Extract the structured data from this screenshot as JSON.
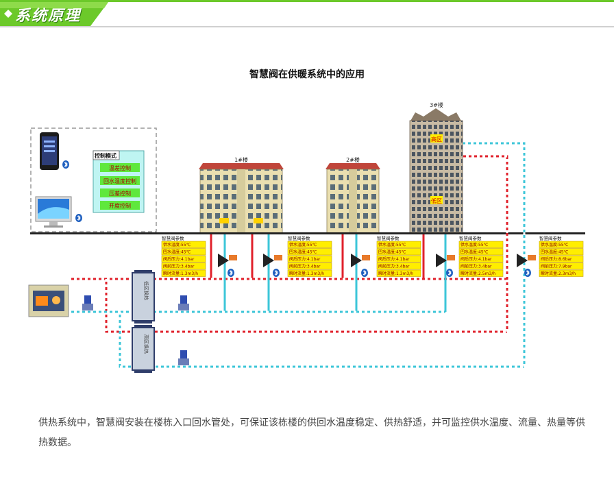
{
  "header": {
    "title": "系统原理"
  },
  "diagram": {
    "title": "智慧阀在供暖系统中的应用",
    "buildings": [
      {
        "label": "1#楼"
      },
      {
        "label": "2#楼"
      },
      {
        "label": "3#楼",
        "zones": [
          "高区",
          "低区"
        ]
      }
    ],
    "control_panel": {
      "title": "控制模式",
      "modes": [
        "温差控制",
        "回水温度控制",
        "压差控制",
        "开度控制"
      ]
    },
    "exchangers": [
      "低区换热",
      "高区换热"
    ],
    "valve_panels": [
      {
        "title": "智慧阀参数",
        "rows": [
          "供水温度:55℃",
          "回水温度:45℃",
          "阀后压力:4.1bar",
          "阀前压力:3.4bar",
          "瞬时流量:1.3m3/h"
        ]
      },
      {
        "title": "智慧阀参数",
        "rows": [
          "供水温度:55℃",
          "回水温度:45℃",
          "阀后压力:4.1bar",
          "阀前压力:3.4bar",
          "瞬时流量:1.3m3/h"
        ]
      },
      {
        "title": "智慧阀参数",
        "rows": [
          "供水温度:55℃",
          "回水温度:45℃",
          "阀后压力:4.1bar",
          "阀前压力:3.4bar",
          "瞬时流量:1.3m3/h"
        ]
      },
      {
        "title": "智慧阀参数",
        "rows": [
          "供水温度:55℃",
          "回水温度:45℃",
          "阀后压力:4.1bar",
          "阀前压力:3.4bar",
          "瞬时流量:2.5m3/h"
        ]
      },
      {
        "title": "智慧阀参数",
        "rows": [
          "供水温度:55℃",
          "回水温度:45℃",
          "阀后压力:8.6bar",
          "阀前压力:7.9bar",
          "瞬时流量:2.3m3/h"
        ]
      }
    ],
    "colors": {
      "supply": "#e0212b",
      "return": "#3cc6d8",
      "banner": "#6cc92a",
      "panel": "#ffee00"
    }
  },
  "description": "供热系统中，智慧阀安装在楼栋入口回水管处，可保证该栋楼的供回水温度稳定、供热舒适，并可监控供水温度、流量、热量等供热数据。"
}
